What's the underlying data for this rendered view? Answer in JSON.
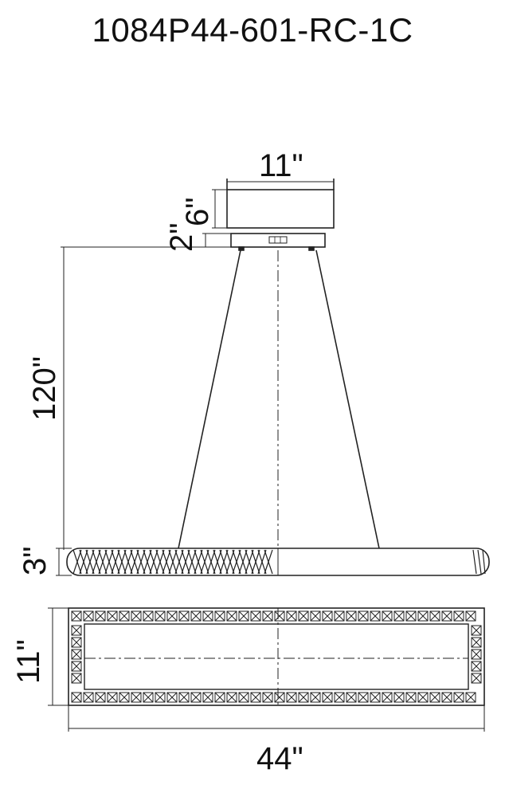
{
  "title": "1084P44-601-RC-1C",
  "dimensions": {
    "canopy_width": "11\"",
    "canopy_height": "6\"",
    "mount_height": "2\"",
    "overall_height": "120\"",
    "fixture_height": "3\"",
    "fixture_depth": "11\"",
    "fixture_length": "44\""
  },
  "colors": {
    "line": "#222222",
    "dim_line": "#333333",
    "background": "#ffffff"
  }
}
